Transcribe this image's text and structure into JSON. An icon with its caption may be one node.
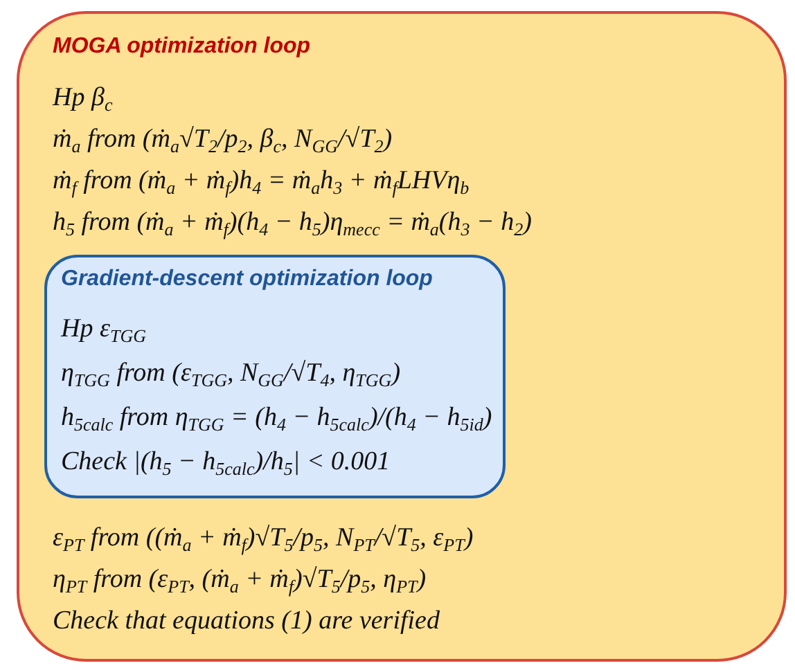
{
  "diagram": {
    "nodes": [
      {
        "text": [
          "MOGA optimization loop",
          "Hp β$_{c}$",
          "ṁ$_{a}$ from (ṁ$_{a}$√T$_{2}$/p$_{2}$, β$_{c}$, N$_{GG}$/√T$_{2}$)",
          "ṁ$_{f}$ from (ṁ$_{a}$ + ṁ$_{f}$)h$_{4}$ = ṁ$_{a}$h$_{3}$ + ṁ$_{f}$LHVη$_{b}$",
          "h$_{5}$ from (ṁ$_{a}$ + ṁ$_{f}$)(h$_{4}$ − h$_{5}$)η$_{mecc}$ = ṁ$_{a}$(h$_{3}$ − h$_{2}$)",
          "ε$_{PT}$ from ((ṁ$_{a}$ + ṁ$_{f}$)√T$_{5}$/p$_{5}$, N$_{PT}$/√T$_{5}$, ε$_{PT}$)",
          "η$_{PT}$ from (ε$_{PT}$, (ṁ$_{a}$ + ṁ$_{f}$)√T$_{5}$/p$_{5}$, η$_{PT}$)",
          "Check that equations (1) are verified"
        ]
      },
      {
        "text": [
          "Gradient-descent optimization loop",
          "Hp ε$_{TGG}$",
          "η$_{TGG}$ from (ε$_{TGG}$, N$_{GG}$/√T$_{4}$, η$_{TGG}$)",
          "h$_{5calc}$ from η$_{TGG}$ = (h$_{4}$ − h$_{5calc}$)/(h$_{4}$ − h$_{5id}$)",
          "Check |(h$_{5}$ − h$_{5calc}$)/h$_{5}$| < 0.001"
        ],
        "in": 0
      }
    ]
  }
}
